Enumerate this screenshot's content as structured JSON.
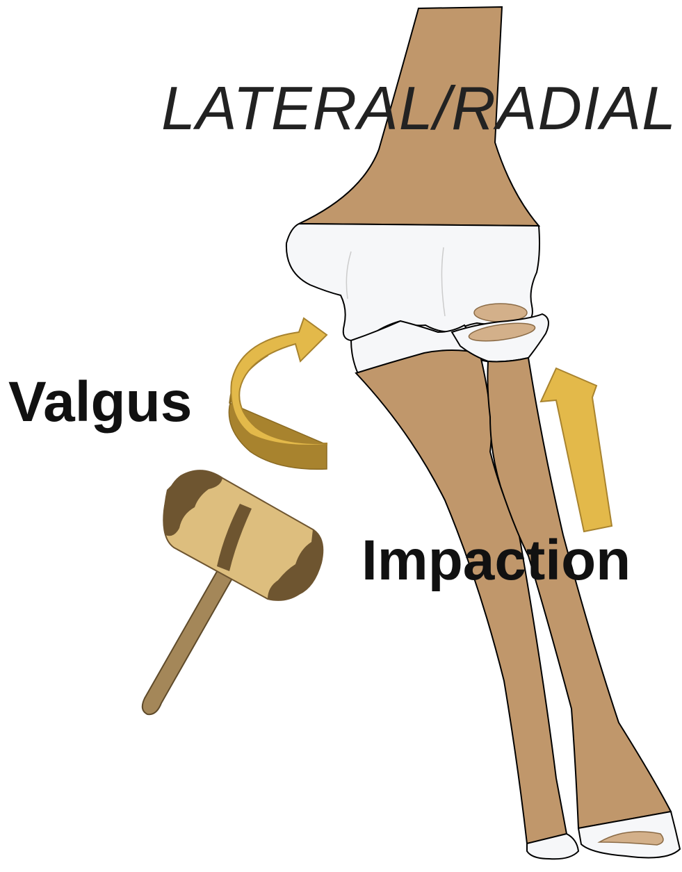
{
  "title": "LATERAL/RADIAL",
  "labels": {
    "valgus": "Valgus",
    "impaction": "Impaction"
  },
  "colors": {
    "bone": "#C0976B",
    "cartilage": "#F6F7F9",
    "outline": "#000000",
    "arrow": "#E3B94A",
    "arrow_dark": "#A8832E",
    "ossification": "#D3B08A",
    "mallet_head": "#DDBE7E",
    "mallet_dark": "#6E5530"
  },
  "icons": {
    "humerus": "humerus-bone",
    "ulna": "ulna-bone",
    "radius": "radius-bone",
    "valgus_arrow": "curved-arrow-icon",
    "impaction_arrow": "up-arrow-icon",
    "mallet": "mallet-icon"
  }
}
